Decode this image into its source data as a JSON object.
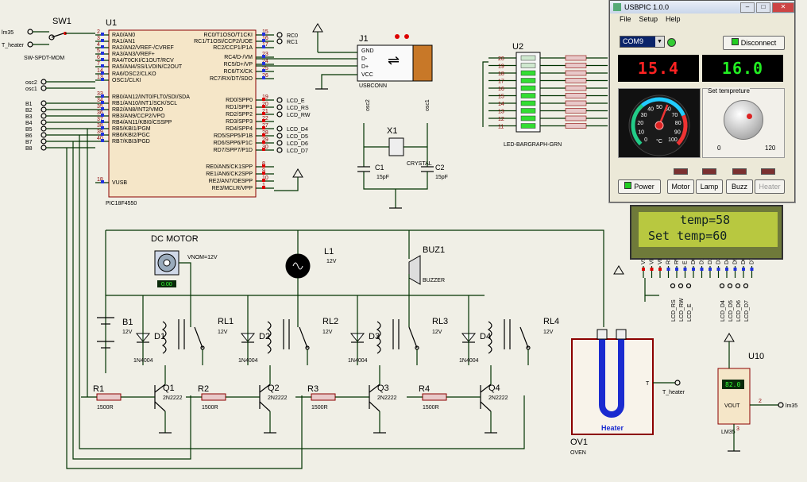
{
  "app": {
    "title": "USBPIC 1.0.0",
    "menu": [
      "File",
      "Setup",
      "Help"
    ]
  },
  "controls": {
    "port_value": "COM9",
    "disconnect_label": "Disconnect",
    "display_left": "15.4",
    "display_right": "16.0",
    "gauge_ticks": [
      "0",
      "10",
      "20",
      "30",
      "40",
      "50",
      "60",
      "70",
      "80",
      "90",
      "100"
    ],
    "gauge_unit": "°C",
    "gauge_value_fraction": 0.58,
    "knob_label": "Set tempreture",
    "knob_min": "0",
    "knob_max": "120",
    "buttons": [
      "Power",
      "Motor",
      "Lamp",
      "Buzz",
      "Heater"
    ]
  },
  "lcd": {
    "line1": "temp=58",
    "line2": "Set temp=60",
    "pins": [
      "VSS",
      "VDD",
      "VEE",
      "RS",
      "RW",
      "E",
      "D0",
      "D1",
      "D2",
      "D3",
      "D4",
      "D5",
      "D6",
      "D7"
    ],
    "nets": [
      "LCD_RS",
      "LCD_RW",
      "LCD_E",
      "LCD_D4",
      "LCD_D5",
      "LCD_D6",
      "LCD_D7"
    ]
  },
  "u1": {
    "ref": "U1",
    "part": "PIC18F4550",
    "left_pins": [
      {
        "n": "2",
        "name": "RA0/AN0"
      },
      {
        "n": "3",
        "name": "RA1/AN1"
      },
      {
        "n": "4",
        "name": "RA2/AN2/VREF-/CVREF"
      },
      {
        "n": "5",
        "name": "RA3/AN3/VREF+"
      },
      {
        "n": "6",
        "name": "RA4/T0CKI/C1OUT/RCV"
      },
      {
        "n": "7",
        "name": "RA5/AN4/SS/LVDIN/C2OUT"
      },
      {
        "n": "14",
        "name": "RA6/OSC2/CLKO"
      },
      {
        "n": "13",
        "name": "OSC1/CLKI"
      },
      {
        "n": "33",
        "name": "RB0/AN12/INT0/FLT0/SDI/SDA"
      },
      {
        "n": "34",
        "name": "RB1/AN10/INT1/SCK/SCL"
      },
      {
        "n": "35",
        "name": "RB2/AN8/INT2/VMO"
      },
      {
        "n": "36",
        "name": "RB3/AN9/CCP2/VPO"
      },
      {
        "n": "37",
        "name": "RB4/AN11/KBI0/CSSPP"
      },
      {
        "n": "38",
        "name": "RB5/KBI1/PGM"
      },
      {
        "n": "39",
        "name": "RB6/KBI2/PGC"
      },
      {
        "n": "40",
        "name": "RB7/KBI3/PGD"
      },
      {
        "n": "18",
        "name": "VUSB"
      }
    ],
    "right_pins": [
      {
        "n": "15",
        "name": "RC0/T1OSO/T1CKI"
      },
      {
        "n": "16",
        "name": "RC1/T1OSI/CCP2/UOE"
      },
      {
        "n": "17",
        "name": "RC2/CCP1/P1A"
      },
      {
        "n": "23",
        "name": "RC4/D-/VM"
      },
      {
        "n": "24",
        "name": "RC5/D+/VP"
      },
      {
        "n": "25",
        "name": "RC6/TX/CK"
      },
      {
        "n": "26",
        "name": "RC7/RX/DT/SDO"
      },
      {
        "n": "19",
        "name": "RD0/SPP0"
      },
      {
        "n": "20",
        "name": "RD1/SPP1"
      },
      {
        "n": "21",
        "name": "RD2/SPP2"
      },
      {
        "n": "22",
        "name": "RD3/SPP3"
      },
      {
        "n": "27",
        "name": "RD4/SPP4"
      },
      {
        "n": "28",
        "name": "RD5/SPP5/P1B"
      },
      {
        "n": "29",
        "name": "RD6/SPP6/P1C"
      },
      {
        "n": "30",
        "name": "RD7/SPP7/P1D"
      },
      {
        "n": "8",
        "name": "RE0/AN5/CK1SPP"
      },
      {
        "n": "9",
        "name": "RE1/AN6/CK2SPP"
      },
      {
        "n": "10",
        "name": "RE2/AN7/OESPP"
      },
      {
        "n": "1",
        "name": "RE3/MCLR/VPP"
      }
    ]
  },
  "nets": {
    "left": [
      "osc2",
      "osc1",
      "B1",
      "B2",
      "B3",
      "B4",
      "B5",
      "B6",
      "B7",
      "B8"
    ],
    "right": [
      "RC0",
      "RC1",
      "LCD_E",
      "LCD_RS",
      "LCD_RW",
      "LCD_D4",
      "LCD_D5",
      "LCD_D6",
      "LCD_D7"
    ],
    "sw": [
      "lm35",
      "T_heater"
    ]
  },
  "labels": {
    "sw1": "SW1",
    "sw1_part": "SW-SPDT-MOM",
    "j1": "J1",
    "j1_part": "USBCONN",
    "j1_pins": [
      "GND",
      "D-",
      "D+",
      "VCC"
    ],
    "u2": "U2",
    "u2_part": "LED-BARGRAPH-GRN",
    "x1": "X1",
    "x1_part": "CRYSTAL",
    "c1": "C1",
    "c2": "C2",
    "cap_val": "15pF",
    "motor": "DC MOTOR",
    "motor_val": "VNOM=12V",
    "motor_read": "0.00",
    "l1": "L1",
    "l1_val": "12V",
    "buz": "BUZ1",
    "buz_part": "BUZZER",
    "b1": "B1",
    "b1_val": "12V",
    "diodes": [
      "D1",
      "D2",
      "D3",
      "D4"
    ],
    "diode_part": "1N4004",
    "relays": [
      "RL1",
      "RL2",
      "RL3",
      "RL4"
    ],
    "relay_val": "12V",
    "trans": [
      "Q1",
      "Q2",
      "Q3",
      "Q4"
    ],
    "trans_part": "2N2222",
    "res": [
      "R1",
      "R2",
      "R3",
      "R4"
    ],
    "res_val": "1500R",
    "oven": "OV1",
    "oven_part": "OVEN",
    "heater": "Heater",
    "oven_t": "T",
    "t_heater": "T_heater",
    "u10": "U10",
    "u10_part": "LM35",
    "u10_read": "82.0",
    "u10_vout": "VOUT",
    "lm35_net": "lm35",
    "u10_pins": [
      "2",
      "3"
    ]
  }
}
